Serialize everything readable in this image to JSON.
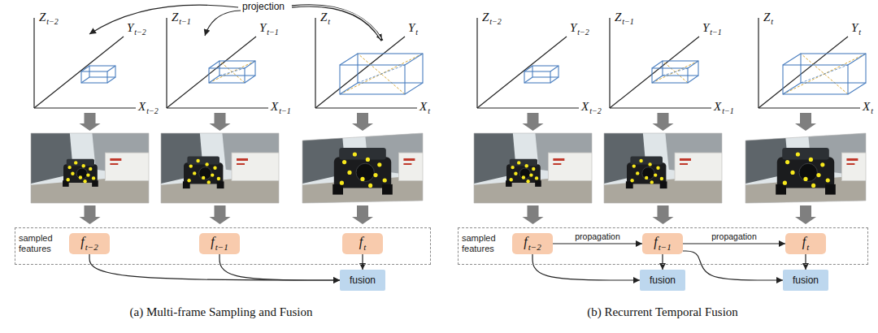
{
  "diagram": {
    "nodes": [
      {
        "text": [
          "sampled features"
        ]
      },
      {
        "text": [
          "ft−2"
        ],
        "in": 0
      },
      {
        "text": [
          "ft−1"
        ],
        "in": 0
      },
      {
        "text": [
          "ft"
        ],
        "in": 0
      },
      {
        "text": [
          "fusion"
        ]
      },
      {
        "text": [
          "sampled features"
        ]
      },
      {
        "text": [
          "ft−2"
        ],
        "in": 5
      },
      {
        "text": [
          "ft−1"
        ],
        "in": 5
      },
      {
        "text": [
          "ft"
        ],
        "in": 5
      },
      {
        "text": [
          "fusion"
        ]
      },
      {
        "text": [
          "fusion"
        ]
      }
    ],
    "edges": [
      {
        "from": 1,
        "to": 4,
        "arrow": "to"
      },
      {
        "from": 2,
        "to": 4,
        "arrow": "to"
      },
      {
        "from": 3,
        "to": 4,
        "arrow": "to"
      },
      {
        "from": 6,
        "to": 7,
        "label": "propagation",
        "arrow": "to"
      },
      {
        "from": 7,
        "to": 8,
        "label": "propagation",
        "arrow": "to"
      },
      {
        "from": 6,
        "to": 9,
        "arrow": "to"
      },
      {
        "from": 7,
        "to": 9,
        "arrow": "to"
      },
      {
        "from": 7,
        "to": 10,
        "arrow": "to"
      },
      {
        "from": 8,
        "to": 10,
        "arrow": "to"
      }
    ],
    "labels": [
      "projection",
      "Zt−2",
      "Yt−2",
      "Xt−2",
      "Zt−1",
      "Yt−1",
      "Xt−1",
      "Zt",
      "Yt",
      "Xt",
      "(a) Multi-frame Sampling and Fusion",
      "Zt−2",
      "Yt−2",
      "Xt−2",
      "Zt−1",
      "Yt−1",
      "Xt−1",
      "Zt",
      "Yt",
      "Xt",
      "(b) Recurrent Temporal Fusion"
    ]
  }
}
